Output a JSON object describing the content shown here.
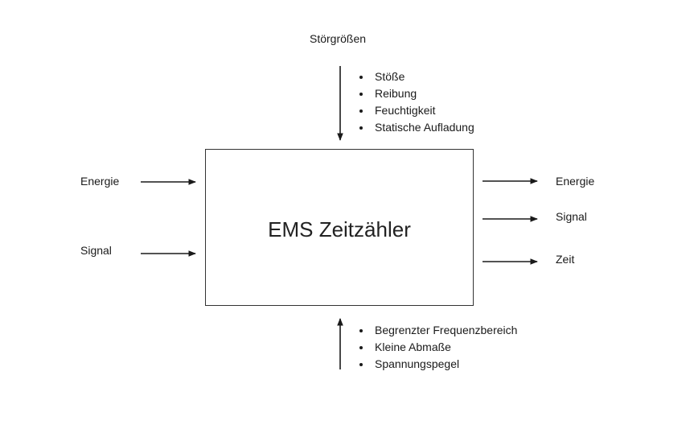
{
  "diagram": {
    "box_title": "EMS Zeitzähler",
    "top": {
      "heading": "Störgrößen",
      "items": [
        "Stöße",
        "Reibung",
        "Feuchtigkeit",
        "Statische Aufladung"
      ]
    },
    "bottom": {
      "items": [
        "Begrenzter Frequenzbereich",
        "Kleine Abmaße",
        "Spannungspegel"
      ]
    },
    "inputs": [
      "Energie",
      "Signal"
    ],
    "outputs": [
      "Energie",
      "Signal",
      "Zeit"
    ]
  }
}
